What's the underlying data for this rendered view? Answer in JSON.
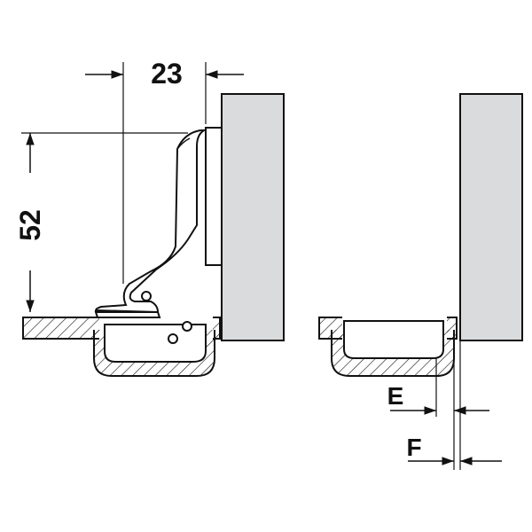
{
  "figure": {
    "dimensions": {
      "width_value": "23",
      "height_value": "52",
      "label_e": "E",
      "label_f": "F"
    },
    "colors": {
      "line": "#111111",
      "panel_fill": "#d9dbdc",
      "hatch": "#111111",
      "background": "#ffffff"
    }
  }
}
